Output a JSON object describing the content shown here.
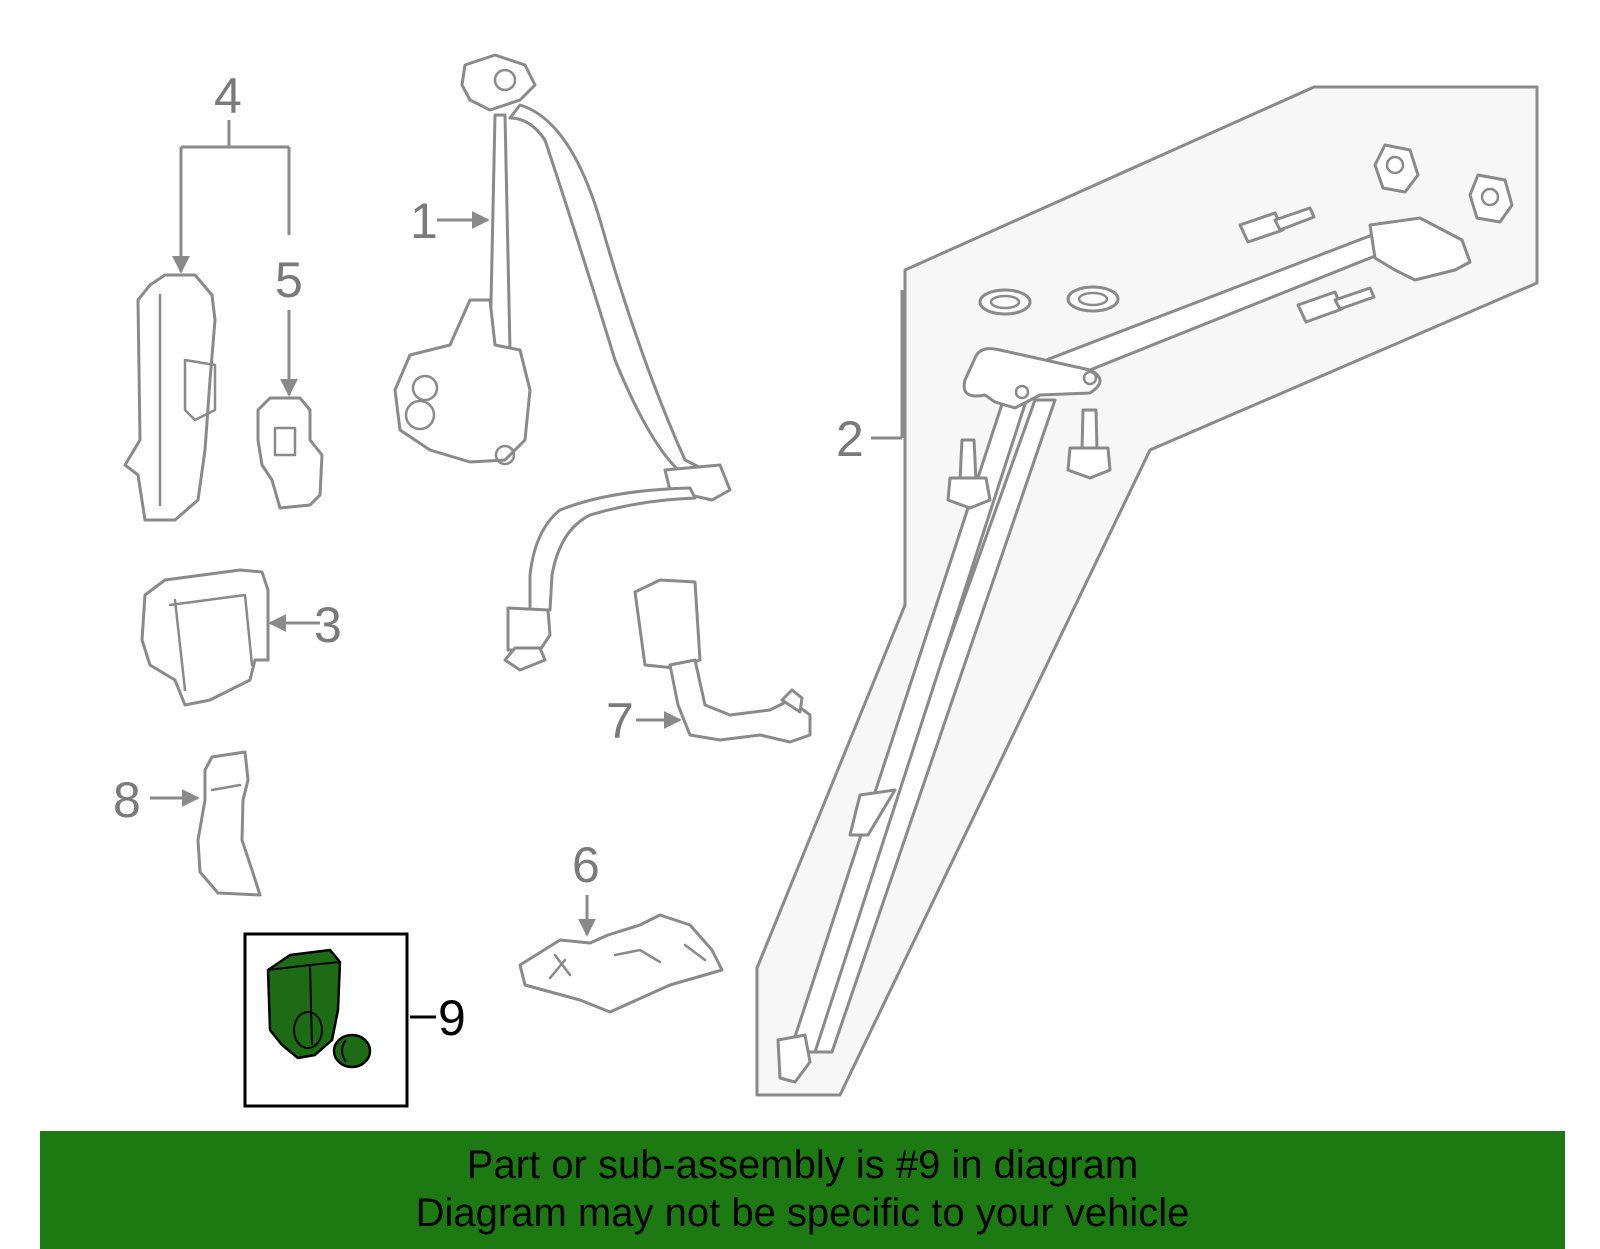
{
  "diagram": {
    "callouts": [
      "1",
      "2",
      "3",
      "4",
      "5",
      "6",
      "7",
      "8",
      "9"
    ],
    "highlighted_part": "9",
    "highlight_color": "#1d6b14"
  },
  "banner": {
    "background": "#1d7a12",
    "line1": "Part or sub-assembly is #9 in diagram",
    "line2": "Diagram may not be specific to your vehicle"
  }
}
